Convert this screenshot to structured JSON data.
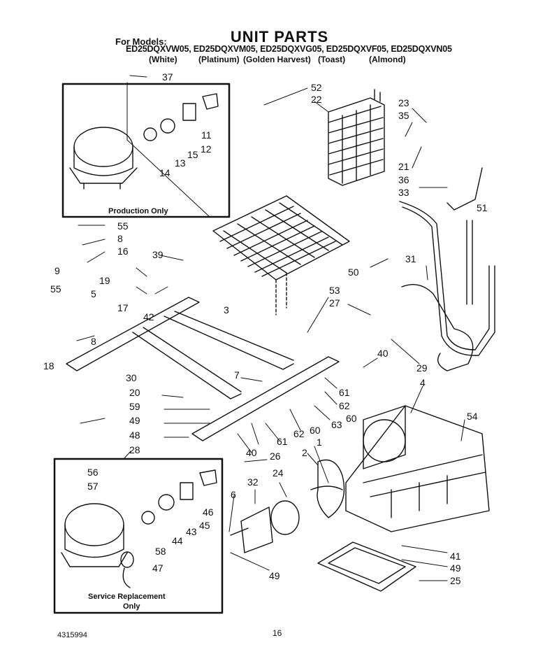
{
  "header": {
    "title": "UNIT PARTS",
    "for_models": "For Models:",
    "models": "ED25DQXVW05, ED25DQXVM05, ED25DQXVG05, ED25DQXVF05, ED25DQXVN05",
    "colors": [
      "(White)",
      "(Platinum)",
      "(Golden Harvest)",
      "(Toast)",
      "(Almond)"
    ]
  },
  "boxes": {
    "production": "Production Only",
    "service_line1": "Service Replacement",
    "service_line2": "Only"
  },
  "labels": {
    "p1": "1",
    "p2": "2",
    "p3": "3",
    "p4": "4",
    "p5": "5",
    "p6": "6",
    "p7": "7",
    "p8a": "8",
    "p8b": "8",
    "p9": "9",
    "p11": "11",
    "p12": "12",
    "p13": "13",
    "p14": "14",
    "p15": "15",
    "p16": "16",
    "p17": "17",
    "p18": "18",
    "p19": "19",
    "p20": "20",
    "p21": "21",
    "p22": "22",
    "p23": "23",
    "p24": "24",
    "p25": "25",
    "p26": "26",
    "p27": "27",
    "p28": "28",
    "p29": "29",
    "p30": "30",
    "p31": "31",
    "p32": "32",
    "p33": "33",
    "p35": "35",
    "p36": "36",
    "p37": "37",
    "p39": "39",
    "p40a": "40",
    "p40b": "40",
    "p41": "41",
    "p42": "42",
    "p43": "43",
    "p44": "44",
    "p45": "45",
    "p46": "46",
    "p47": "47",
    "p48": "48",
    "p49a": "49",
    "p49b": "49",
    "p49c": "49",
    "p50": "50",
    "p51": "51",
    "p52": "52",
    "p53": "53",
    "p54": "54",
    "p55a": "55",
    "p55b": "55",
    "p56": "56",
    "p57": "57",
    "p58": "58",
    "p59": "59",
    "p60a": "60",
    "p60b": "60",
    "p61a": "61",
    "p61b": "61",
    "p62a": "62",
    "p62b": "62",
    "p63": "63"
  },
  "footer": {
    "doc_number": "4315994",
    "page": "16"
  }
}
